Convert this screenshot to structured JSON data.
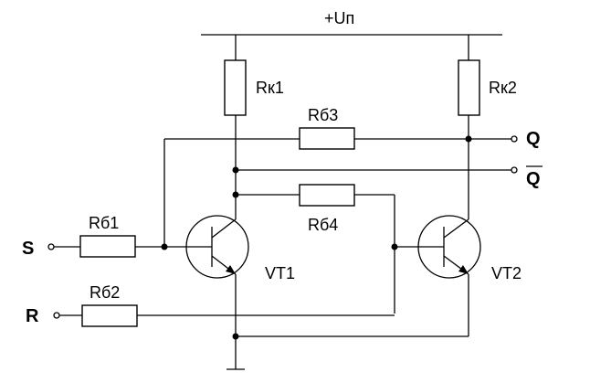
{
  "supply_label": "+Uп",
  "resistors": {
    "rk1": "Rк1",
    "rk2": "Rк2",
    "rb1": "Rб1",
    "rb2": "Rб2",
    "rb3": "Rб3",
    "rb4": "Rб4"
  },
  "transistors": {
    "vt1": "VT1",
    "vt2": "VT2"
  },
  "terminals": {
    "s": "S",
    "r": "R",
    "q": "Q",
    "q_bar": "Q"
  }
}
